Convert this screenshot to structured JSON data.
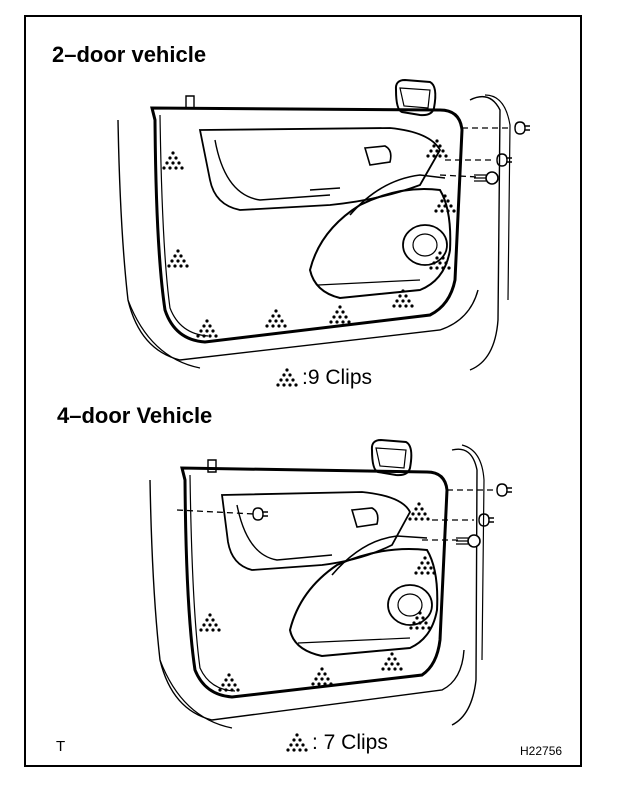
{
  "sections": [
    {
      "title": "2–door vehicle",
      "legend": ":9 Clips"
    },
    {
      "title": "4–door Vehicle",
      "legend": ": 7 Clips"
    }
  ],
  "corner_mark": "T",
  "figure_code": "H22756",
  "colors": {
    "line": "#000000",
    "background": "#ffffff"
  }
}
